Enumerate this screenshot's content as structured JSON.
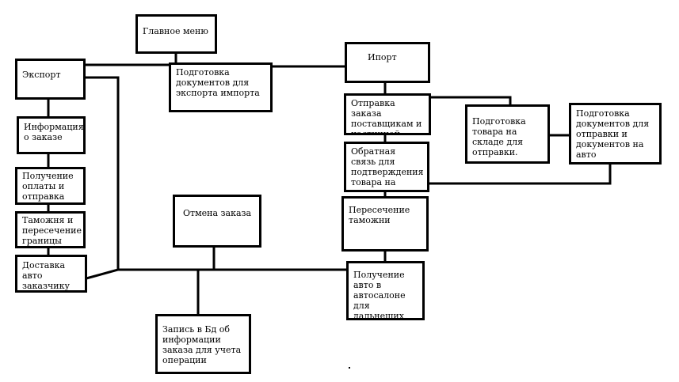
{
  "diagram": {
    "nodes": {
      "main_menu": "Главное меню",
      "export": "Экспорт",
      "import": "Ипорт",
      "prep_docs": "Подготовка документов для экспорта импорта",
      "order_info": "Информация о заказе",
      "payment_receipt": "Получение оплаты и отправка",
      "customs_border": "Таможня и пересечение границы",
      "delivery": "Доставка авто заказчику",
      "cancel_order": "Отмена заказа",
      "db_record": "Запись в Бд об информации заказа для учета операции",
      "send_order": "Отправка заказа поставщикам и частичной оплаты",
      "feedback": "Обратная связь для подтверждения товара на складе",
      "customs_crossing": "Пересечение таможни",
      "car_receipt": "Получение авто в автосалоне для дальнеших действий",
      "warehouse_prep": "Подготовка товара на складе для отправки.",
      "shipping_docs": "Подготовка документов для отправки и документов на авто"
    }
  }
}
